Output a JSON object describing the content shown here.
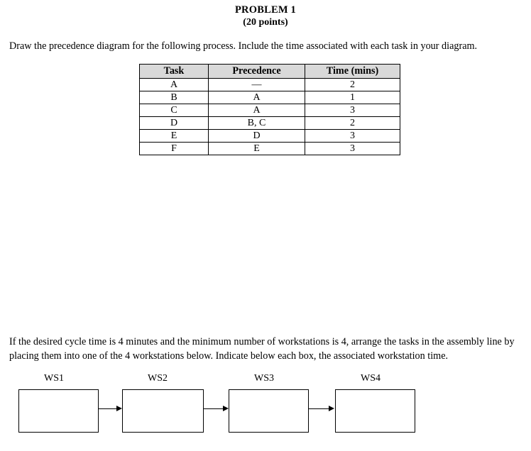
{
  "header": {
    "title": "PROBLEM 1",
    "points": "(20 points)"
  },
  "intro_paragraph": "Draw the precedence diagram for the following process.  Include the time associated with each task in your diagram.",
  "table": {
    "columns": [
      "Task",
      "Precedence",
      "Time (mins)"
    ],
    "rows": [
      {
        "task": "A",
        "precedence": "—",
        "time": "2"
      },
      {
        "task": "B",
        "precedence": "A",
        "time": "1"
      },
      {
        "task": "C",
        "precedence": "A",
        "time": "3"
      },
      {
        "task": "D",
        "precedence": "B, C",
        "time": "2"
      },
      {
        "task": "E",
        "precedence": "D",
        "time": "3"
      },
      {
        "task": "F",
        "precedence": "E",
        "time": "3"
      }
    ]
  },
  "assembly_paragraph": "If the desired cycle time is 4 minutes and the minimum number of workstations is 4, arrange the tasks in the assembly line by placing them into one of the 4 workstations below.  Indicate below each box, the associated workstation time.",
  "workstations": {
    "labels": [
      "WS1",
      "WS2",
      "WS3",
      "WS4"
    ],
    "contents": [
      "",
      "",
      "",
      ""
    ]
  },
  "colors": {
    "header_fill": "#d9d9d9",
    "border": "#000000",
    "text": "#000000",
    "page": "#ffffff"
  }
}
